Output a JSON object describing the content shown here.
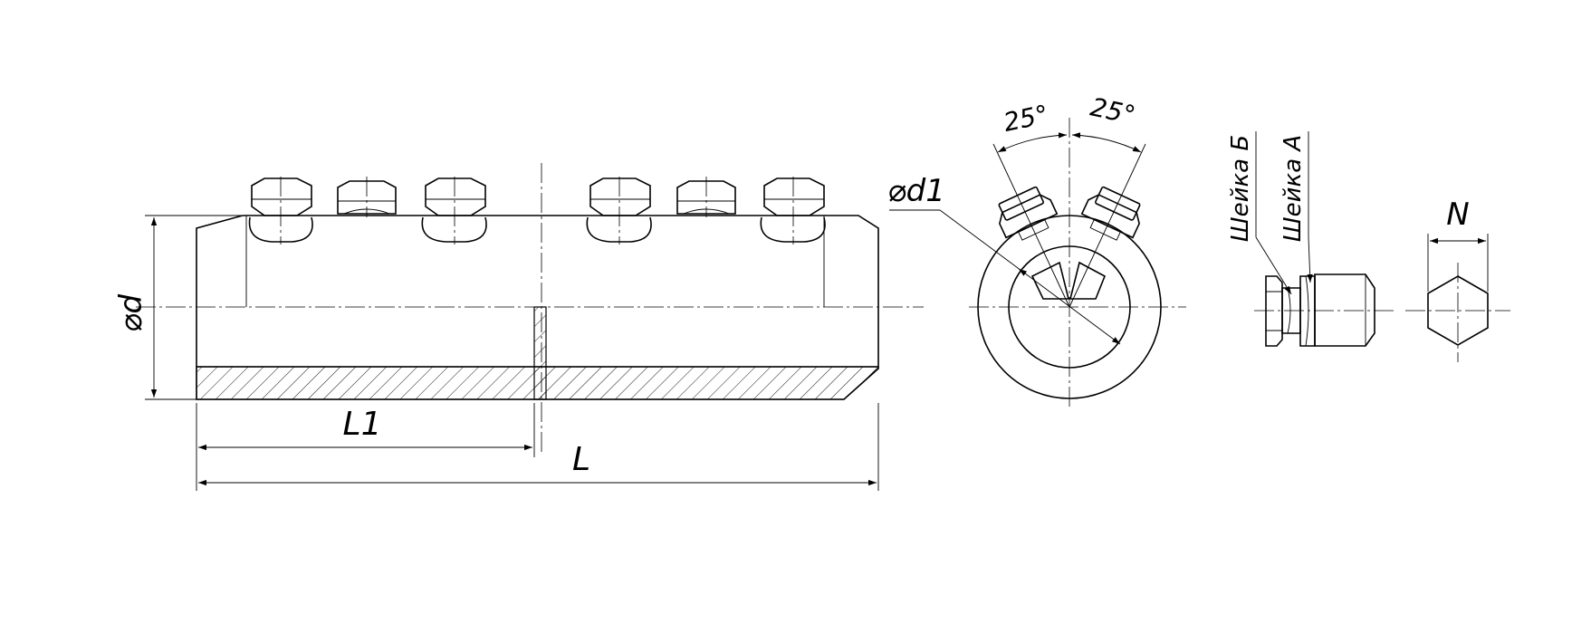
{
  "labels": {
    "diameter_d": "⌀d",
    "diameter_d1": "⌀d1",
    "length_l1": "L1",
    "length_l": "L",
    "angle_left": "25°",
    "angle_right": "25°",
    "neck_b": "Шейка Б",
    "neck_a": "Шейка А",
    "width_n": "N"
  }
}
